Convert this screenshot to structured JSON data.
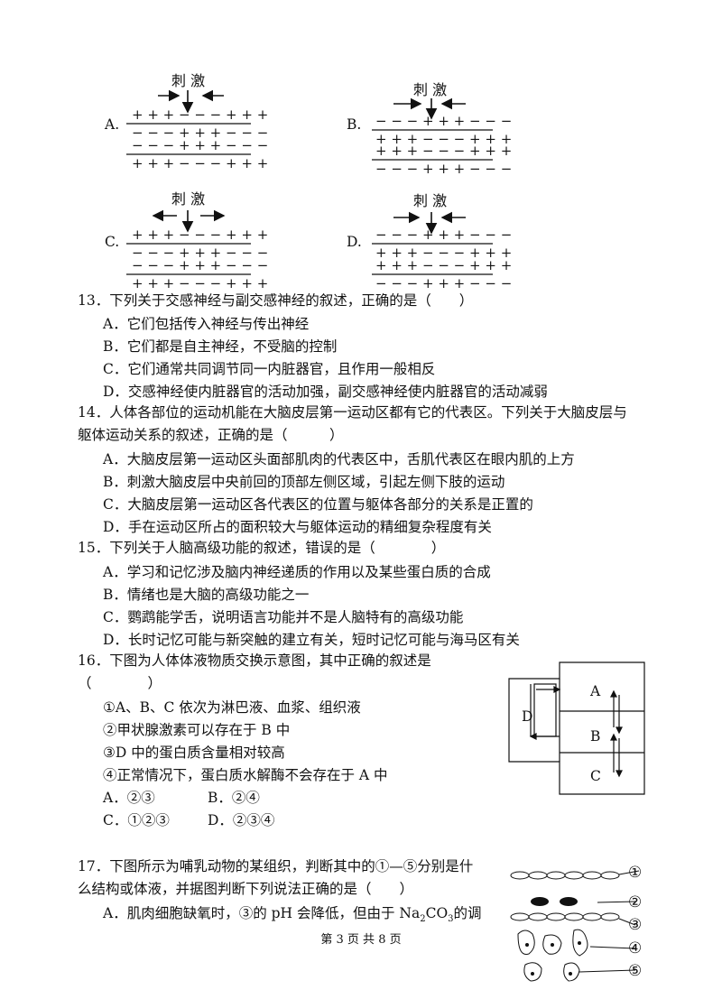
{
  "diagrams": {
    "stimulus": "刺 激",
    "A": {
      "label": "A.",
      "rows": [
        "+ + + − − − + + +",
        "− − − + + + − − −",
        "− − − + + + − − −",
        "+ + + − − − + + +"
      ]
    },
    "B": {
      "label": "B.",
      "rows": [
        "− − − + + + − − −",
        "+ + + − − − + + +",
        "+ + + − − − + + +",
        "− − − + + + − − −"
      ]
    },
    "C": {
      "label": "C.",
      "rows": [
        "+ + + − − − + + +",
        "− − − + + + − − −",
        "− − − + + + − − −",
        "+ + + − − − + + +"
      ]
    },
    "D": {
      "label": "D.",
      "rows": [
        "− − − + + + − − −",
        "+ + + − − − + + +",
        "+ + + − − − + + +",
        "− − − + + + − − −"
      ]
    }
  },
  "q13": {
    "stem": "13．下列关于交感神经与副交感神经的叙述，正确的是（　　）",
    "options": [
      "A．它们包括传入神经与传出神经",
      "B．它们都是自主神经，不受脑的控制",
      "C．它们通常共同调节同一内脏器官，且作用一般相反",
      "D．交感神经使内脏器官的活动加强，副交感神经使内脏器官的活动减弱"
    ]
  },
  "q14": {
    "stem1": "14．人体各部位的运动机能在大脑皮层第一运动区都有它的代表区。下列关于大脑皮层与",
    "stem2": "躯体运动关系的叙述，正确的是（　　　）",
    "options": [
      "A．大脑皮层第一运动区头面部肌肉的代表区中，舌肌代表区在眼内肌的上方",
      "B．刺激大脑皮层中央前回的顶部左侧区域，引起左侧下肢的运动",
      "C．大脑皮层第一运动区各代表区的位置与躯体各部分的关系是正置的",
      "D．手在运动区所占的面积较大与躯体运动的精细复杂程度有关"
    ]
  },
  "q15": {
    "stem": "15．下列关于人脑高级功能的叙述，错误的是（　　　　）",
    "options": [
      "A．学习和记忆涉及脑内神经递质的作用以及某些蛋白质的合成",
      "B．情绪也是大脑的高级功能之一",
      "C．鹦鹉能学舌，说明语言功能并不是人脑特有的高级功能",
      "D．长时记忆可能与新突触的建立有关，短时记忆可能与海马区有关"
    ]
  },
  "q16": {
    "stem": "16．下图为人体体液物质交换示意图，其中正确的叙述是",
    "paren": "（　　　　）",
    "statements": [
      "①A、B、C 依次为淋巴液、血浆、组织液",
      "②甲状腺激素可以存在于 B 中",
      "③D 中的蛋白质含量相对较高",
      "④正常情况下，蛋白质水解酶不会存在于 A 中"
    ],
    "choices": [
      "A．②③",
      "B．②④",
      "C．①②③",
      "D．②③④"
    ],
    "fig_labels": {
      "A": "A",
      "B": "B",
      "C": "C",
      "D": "D"
    }
  },
  "q17": {
    "stem1": "17．下图所示为哺乳动物的某组织，判断其中的①—⑤分别是什",
    "stem2": "么结构或体液，并据图判断下列说法正确的是（　　）",
    "optA": "A．肌肉细胞缺氧时，③的 pH 会降低，但由于 Na",
    "optA_sub": "2",
    "optA_mid": "CO",
    "optA_sub2": "3",
    "optA_end": "的调",
    "fig_labels": [
      "①",
      "②",
      "③",
      "④",
      "⑤"
    ]
  },
  "footer": "第 3 页 共 8 页"
}
